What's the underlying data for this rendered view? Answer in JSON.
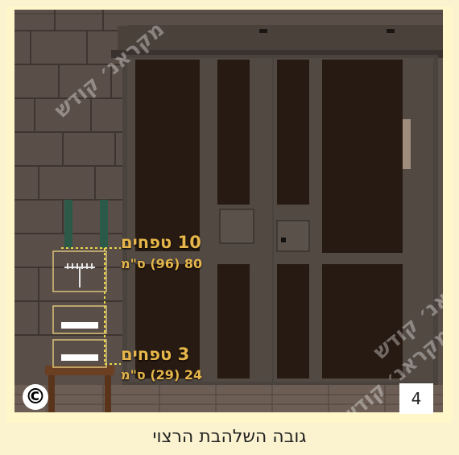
{
  "labels": {
    "top_main": "10 טפחים",
    "top_sub": "80 (96) ס\"מ",
    "bottom_main": "3 טפחים",
    "bottom_sub": "24 (29) ס\"מ"
  },
  "copyright_symbol": "©",
  "page_number": "4",
  "watermark": "מקראנ׳ קודש",
  "caption": "גובה השלהבת הרצוי",
  "colors": {
    "background": "#fbf3d0",
    "label": "#e6b64a",
    "door": "#4a423d",
    "wall": "#5a4e48"
  }
}
